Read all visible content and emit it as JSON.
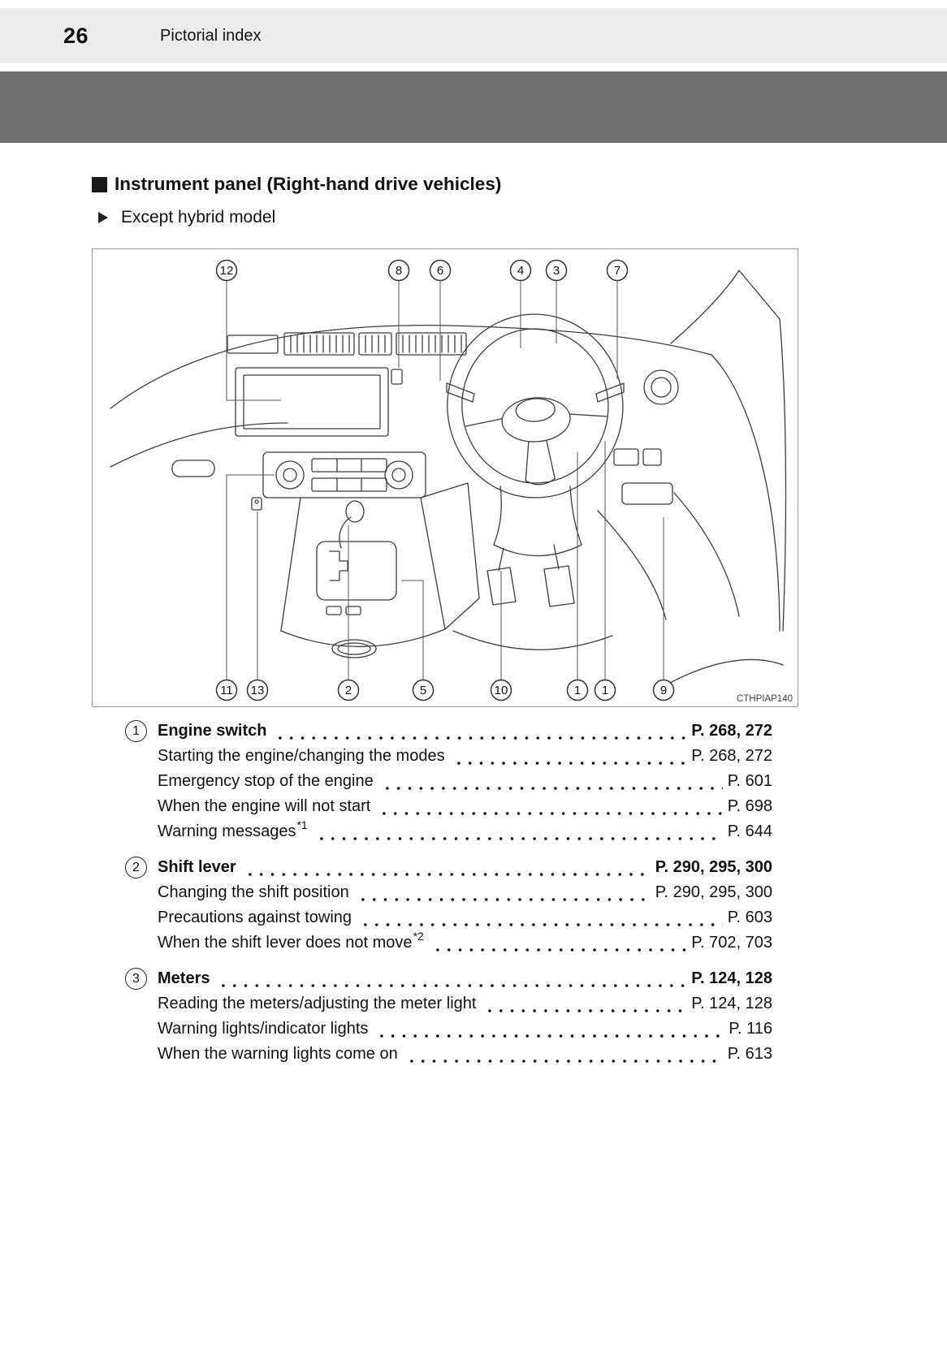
{
  "page": {
    "number": "26",
    "section": "Pictorial index"
  },
  "heading": {
    "title": "Instrument panel (Right-hand drive vehicles)",
    "subtitle": "Except hybrid model"
  },
  "figure": {
    "code": "CTHPIAP140",
    "top_callouts": [
      "12",
      "8",
      "6",
      "4",
      "3",
      "7"
    ],
    "bottom_callouts": [
      "11",
      "13",
      "2",
      "5",
      "10",
      "1",
      "1",
      "9"
    ]
  },
  "index": [
    {
      "num": "1",
      "title": "Engine switch",
      "pages": "P. 268, 272",
      "items": [
        {
          "label": "Starting the engine/changing the modes",
          "pages": "P. 268, 272"
        },
        {
          "label": "Emergency stop of the engine",
          "pages": "P. 601"
        },
        {
          "label": "When the engine will not start",
          "pages": "P. 698"
        },
        {
          "label": "Warning messages",
          "sup": "*1",
          "pages": "P. 644"
        }
      ]
    },
    {
      "num": "2",
      "title": "Shift lever",
      "pages": "P. 290, 295, 300",
      "items": [
        {
          "label": "Changing the shift position",
          "pages": "P. 290, 295, 300"
        },
        {
          "label": "Precautions against towing",
          "pages": "P. 603"
        },
        {
          "label": "When the shift lever does not move",
          "sup": "*2",
          "pages": "P. 702, 703"
        }
      ]
    },
    {
      "num": "3",
      "title": "Meters",
      "pages": "P. 124, 128",
      "items": [
        {
          "label": "Reading the meters/adjusting the meter light",
          "pages": "P. 124, 128"
        },
        {
          "label": "Warning lights/indicator lights",
          "pages": "P. 116"
        },
        {
          "label": "When the warning lights come on",
          "pages": "P. 613"
        }
      ]
    }
  ],
  "colors": {
    "band": "#6f6f6f",
    "header_bg": "#ececec"
  }
}
